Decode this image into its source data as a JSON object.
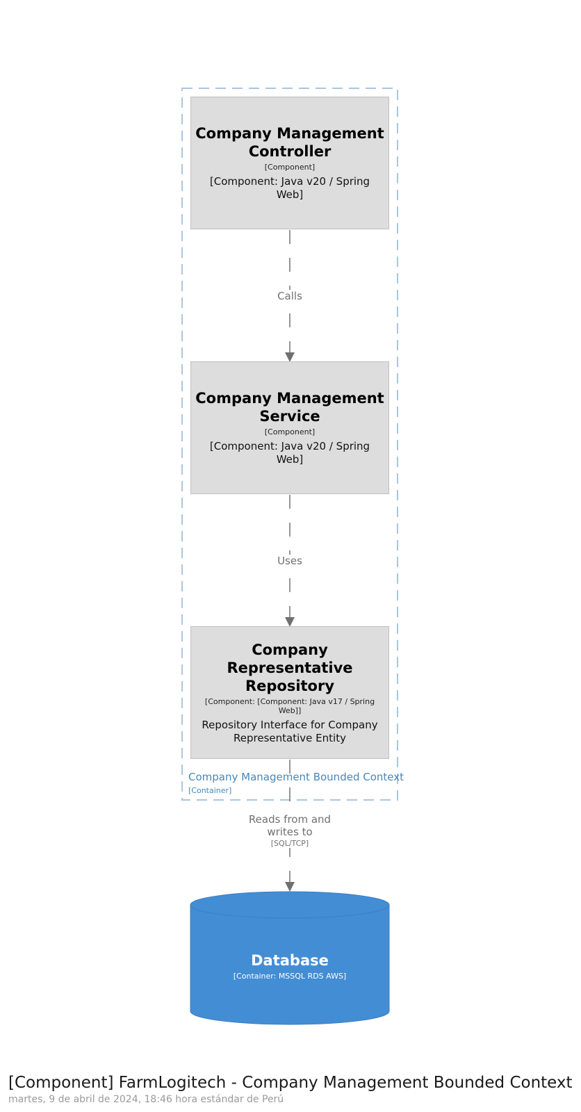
{
  "boundary": {
    "label": "Company Management Bounded Context",
    "tech": "[Container]"
  },
  "components": [
    {
      "title_line1": "Company Management",
      "title_line2": "Controller",
      "type": "[Component]",
      "description": "[Component: Java v20 / Spring Web]"
    },
    {
      "title_line1": "Company Management",
      "title_line2": "Service",
      "type": "[Component]",
      "description": "[Component: Java v20 / Spring Web]"
    },
    {
      "title_line1": "Company Representative",
      "title_line2": "Repository",
      "type": "[Component: [Component: Java v17 / Spring Web]]",
      "description_line1": "Repository Interface for Company",
      "description_line2": "Representative Entity"
    }
  ],
  "relationships": [
    {
      "label": "Calls"
    },
    {
      "label": "Uses"
    },
    {
      "label_line1": "Reads from and",
      "label_line2": "writes to",
      "tech": "[SQL/TCP]"
    }
  ],
  "database": {
    "title": "Database",
    "tech": "[Container: MSSQL RDS AWS]"
  },
  "footer": {
    "title": "[Component] FarmLogitech - Company Management Bounded Context",
    "date": "martes, 9 de abril de 2024, 18:46 hora estándar de Perú"
  },
  "colors": {
    "boundary": "#a9c6e1",
    "component_fill": "#dddddd",
    "database_fill": "#438dd5",
    "arrow": "#707070"
  }
}
